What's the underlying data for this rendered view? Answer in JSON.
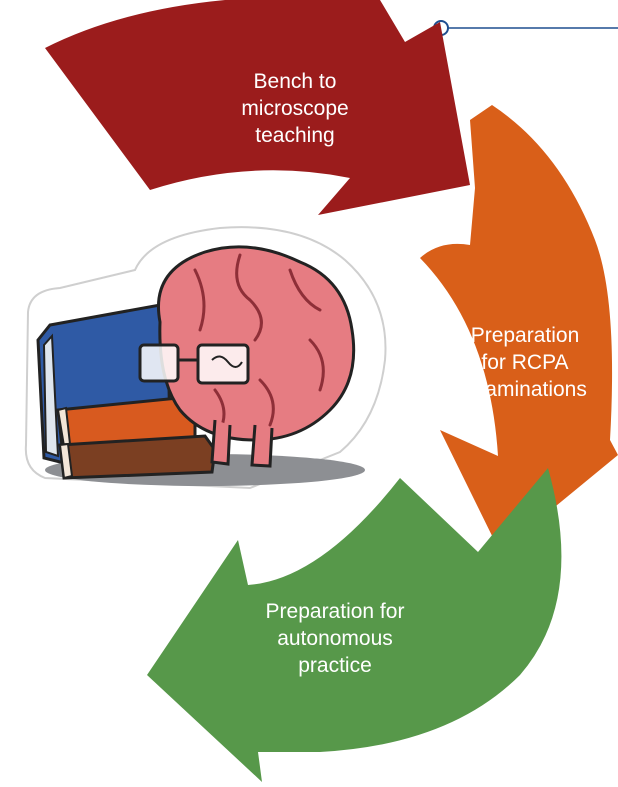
{
  "diagram": {
    "steps": [
      {
        "text": "Bench to\nmicroscope\nteaching",
        "color": "#9b1c1c"
      },
      {
        "text": "Preparation\nfor RCPA\nexaminations",
        "color": "#d95f19"
      },
      {
        "text": "Preparation for\nautonomous\npractice",
        "color": "#57984a"
      }
    ],
    "illustration": {
      "icon": "brain-with-glasses-and-books-icon",
      "colors": {
        "brain": "#e67c82",
        "blue_book": "#2f5aa5",
        "orange_book": "#d85a1f",
        "brown_book": "#7b3f22"
      }
    },
    "connector_line_color": "#1f4e8f"
  }
}
